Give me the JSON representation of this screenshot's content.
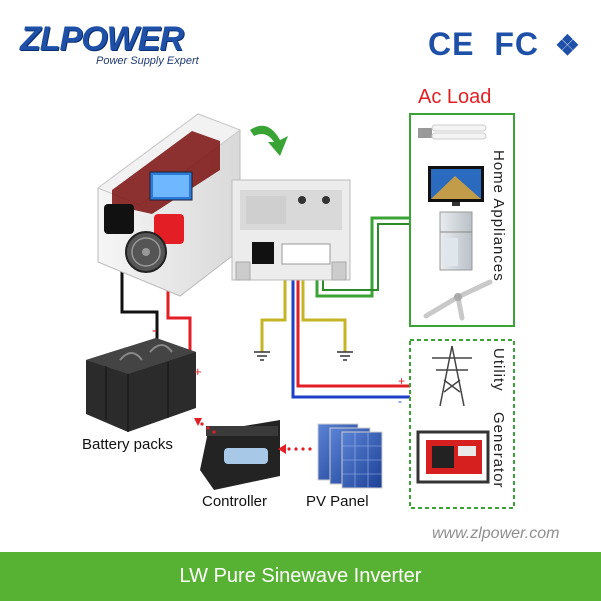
{
  "brand": {
    "name": "ZLPOWER",
    "tagline": "Power Supply Expert",
    "accent": "#1e50a8"
  },
  "certifications": [
    "CE",
    "FC"
  ],
  "ac_load": {
    "title": "Ac Load",
    "group_label": "Home Appliances",
    "items": [
      "lamp-icon",
      "tv-icon",
      "fridge-icon",
      "ceiling-fan-icon"
    ],
    "color": "#e31e24",
    "frame_color": "#3aa335"
  },
  "sources": {
    "utility_label": "Utility",
    "generator_label": "Generator"
  },
  "components": {
    "battery_label": "Battery packs",
    "controller_label": "Controller",
    "pv_label": "PV Panel"
  },
  "polarity": {
    "plus": "+",
    "minus": "-"
  },
  "website": "www.zlpower.com",
  "footer": {
    "title": "LW Pure Sinewave Inverter",
    "color": "#57b233"
  }
}
